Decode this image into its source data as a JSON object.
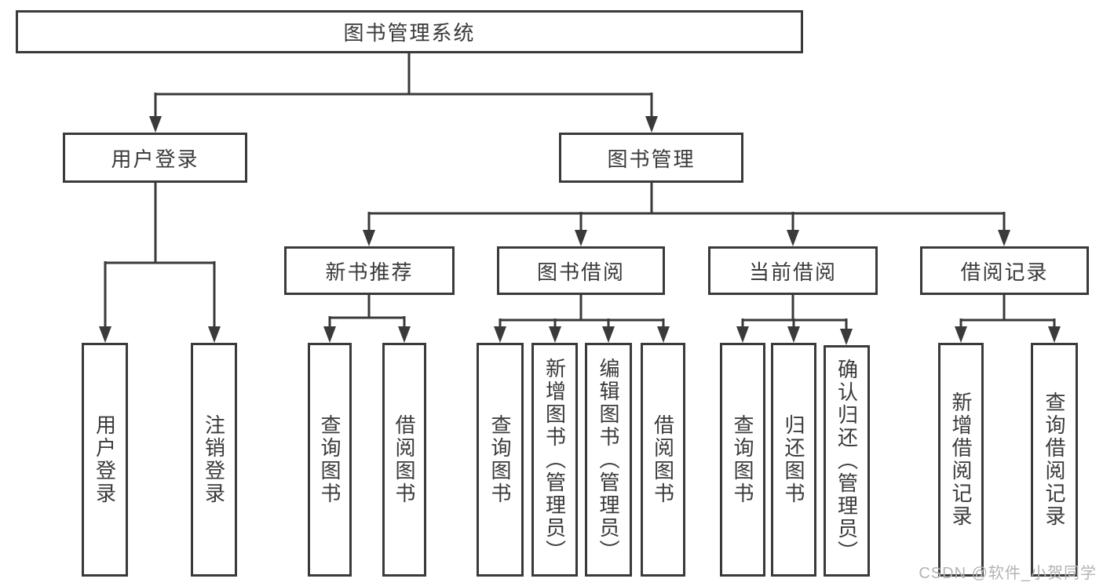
{
  "tree": {
    "root": {
      "label": "图书管理系统"
    },
    "branches": [
      {
        "label": "用户登录",
        "children": [
          {
            "label": "用户登录"
          },
          {
            "label": "注销登录"
          }
        ]
      },
      {
        "label": "图书管理",
        "children": [
          {
            "label": "新书推荐",
            "children": [
              {
                "label": "查询图书"
              },
              {
                "label": "借阅图书"
              }
            ]
          },
          {
            "label": "图书借阅",
            "children": [
              {
                "label": "查询图书"
              },
              {
                "label": "新增图书（管理员）"
              },
              {
                "label": "编辑图书（管理员）"
              },
              {
                "label": "借阅图书"
              }
            ]
          },
          {
            "label": "当前借阅",
            "children": [
              {
                "label": "查询图书"
              },
              {
                "label": "归还图书"
              },
              {
                "label": "确认归还（管理员）"
              }
            ]
          },
          {
            "label": "借阅记录",
            "children": [
              {
                "label": "新增借阅记录"
              },
              {
                "label": "查询借阅记录"
              }
            ]
          }
        ]
      }
    ]
  },
  "watermark": {
    "text": "CSDN @软件_小贺同学"
  },
  "colors": {
    "line": "#3a3a3a",
    "box_border": "#3a3a3a",
    "text": "#3a3a3a",
    "watermark": "#b3b3b3"
  }
}
